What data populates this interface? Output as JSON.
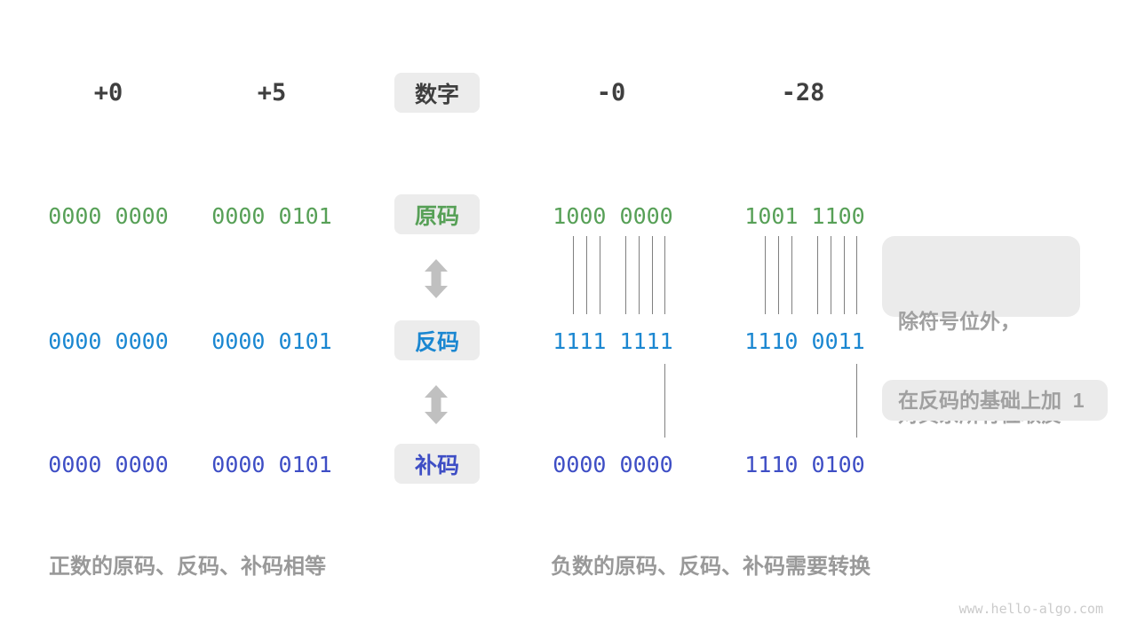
{
  "header": {
    "col1": "+0",
    "col2": "+5",
    "label": "数字",
    "col3": "-0",
    "col4": "-28"
  },
  "rows": [
    {
      "id": "sign-magnitude",
      "label": "原码",
      "color": "#57A057",
      "values": [
        "0000 0000",
        "0000 0101",
        "1000 0000",
        "1001 1100"
      ]
    },
    {
      "id": "ones-complement",
      "label": "反码",
      "color": "#1B87D1",
      "values": [
        "0000 0000",
        "0000 0101",
        "1111 1111",
        "1110 0011"
      ]
    },
    {
      "id": "twos-complement",
      "label": "补码",
      "color": "#3E4EC5",
      "values": [
        "0000 0000",
        "0000 0101",
        "0000 0000",
        "1110 0100"
      ]
    }
  ],
  "annotations": {
    "flip_line1": "除符号位外，",
    "flip_line2": "对其余所有位取反",
    "add_one": "在反码的基础上加  1"
  },
  "captions": {
    "left": "正数的原码、反码、补码相等",
    "right": "负数的原码、反码、补码需要转换"
  },
  "watermark": "www.hello-algo.com",
  "colors": {
    "green": "#57A057",
    "blue": "#1B87D1",
    "indigo": "#3E4EC5",
    "dark": "#3F3F3F",
    "graytext": "#A0A0A0",
    "caption": "#999999",
    "boxbg": "#ECECEC",
    "annbg": "#EBEBEB",
    "arrow": "#C0C0C0",
    "line": "#808080",
    "watermark": "#CBCBCB"
  }
}
